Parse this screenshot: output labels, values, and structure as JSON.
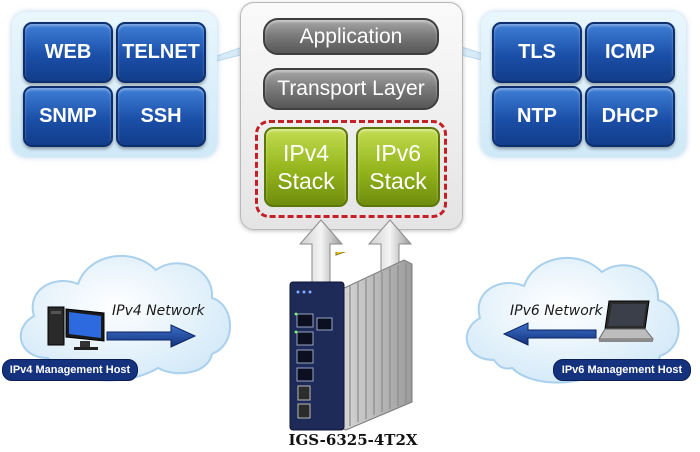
{
  "left_panel": {
    "buttons": [
      {
        "label": "WEB"
      },
      {
        "label": "TELNET"
      },
      {
        "label": "SNMP"
      },
      {
        "label": "SSH"
      }
    ]
  },
  "right_panel": {
    "buttons": [
      {
        "label": "TLS"
      },
      {
        "label": "ICMP"
      },
      {
        "label": "NTP"
      },
      {
        "label": "DHCP"
      }
    ]
  },
  "stack": {
    "application": "Application",
    "transport": "Transport Layer",
    "ipv4": {
      "line1": "IPv4",
      "line2": "Stack"
    },
    "ipv6": {
      "line1": "IPv6",
      "line2": "Stack"
    }
  },
  "left_network": {
    "label": "IPv4 Network",
    "host": "IPv4 Management Host"
  },
  "right_network": {
    "label": "IPv6 Network",
    "host": "IPv6 Management Host"
  },
  "device": {
    "model": "IGS-6325-4T2X"
  },
  "colors": {
    "protocol_button": "#1b4fa8",
    "ip_stack": "#93b41c",
    "layer_pill": "#7c7c7c",
    "dashed_border": "#c42026",
    "host_badge": "#14327d",
    "cloud": "#e8f4fc"
  },
  "icons": [
    "desktop-computer-icon",
    "laptop-icon",
    "industrial-switch-image",
    "up-arrow-icon",
    "right-arrow-icon",
    "left-arrow-icon"
  ]
}
